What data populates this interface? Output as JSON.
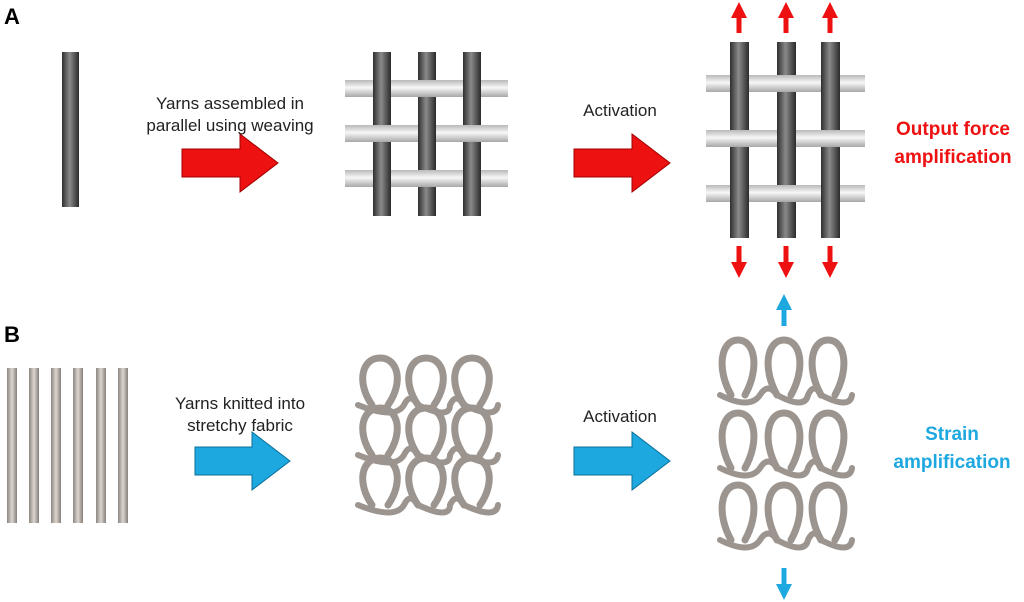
{
  "panel_a": {
    "label": "A",
    "step1_caption_line1": "Yarns assembled in",
    "step1_caption_line2": "parallel using weaving",
    "step2_caption": "Activation",
    "outcome_line1": "Output force",
    "outcome_line2": "amplification",
    "arrow_color": "#ee1111",
    "outcome_color": "#ee1111"
  },
  "panel_b": {
    "label": "B",
    "step1_caption_line1": "Yarns knitted into",
    "step1_caption_line2": "stretchy fabric",
    "step2_caption": "Activation",
    "outcome_line1": "Strain",
    "outcome_line2": "amplification",
    "arrow_color": "#1ea8e0",
    "outcome_color": "#1ea8e0"
  }
}
